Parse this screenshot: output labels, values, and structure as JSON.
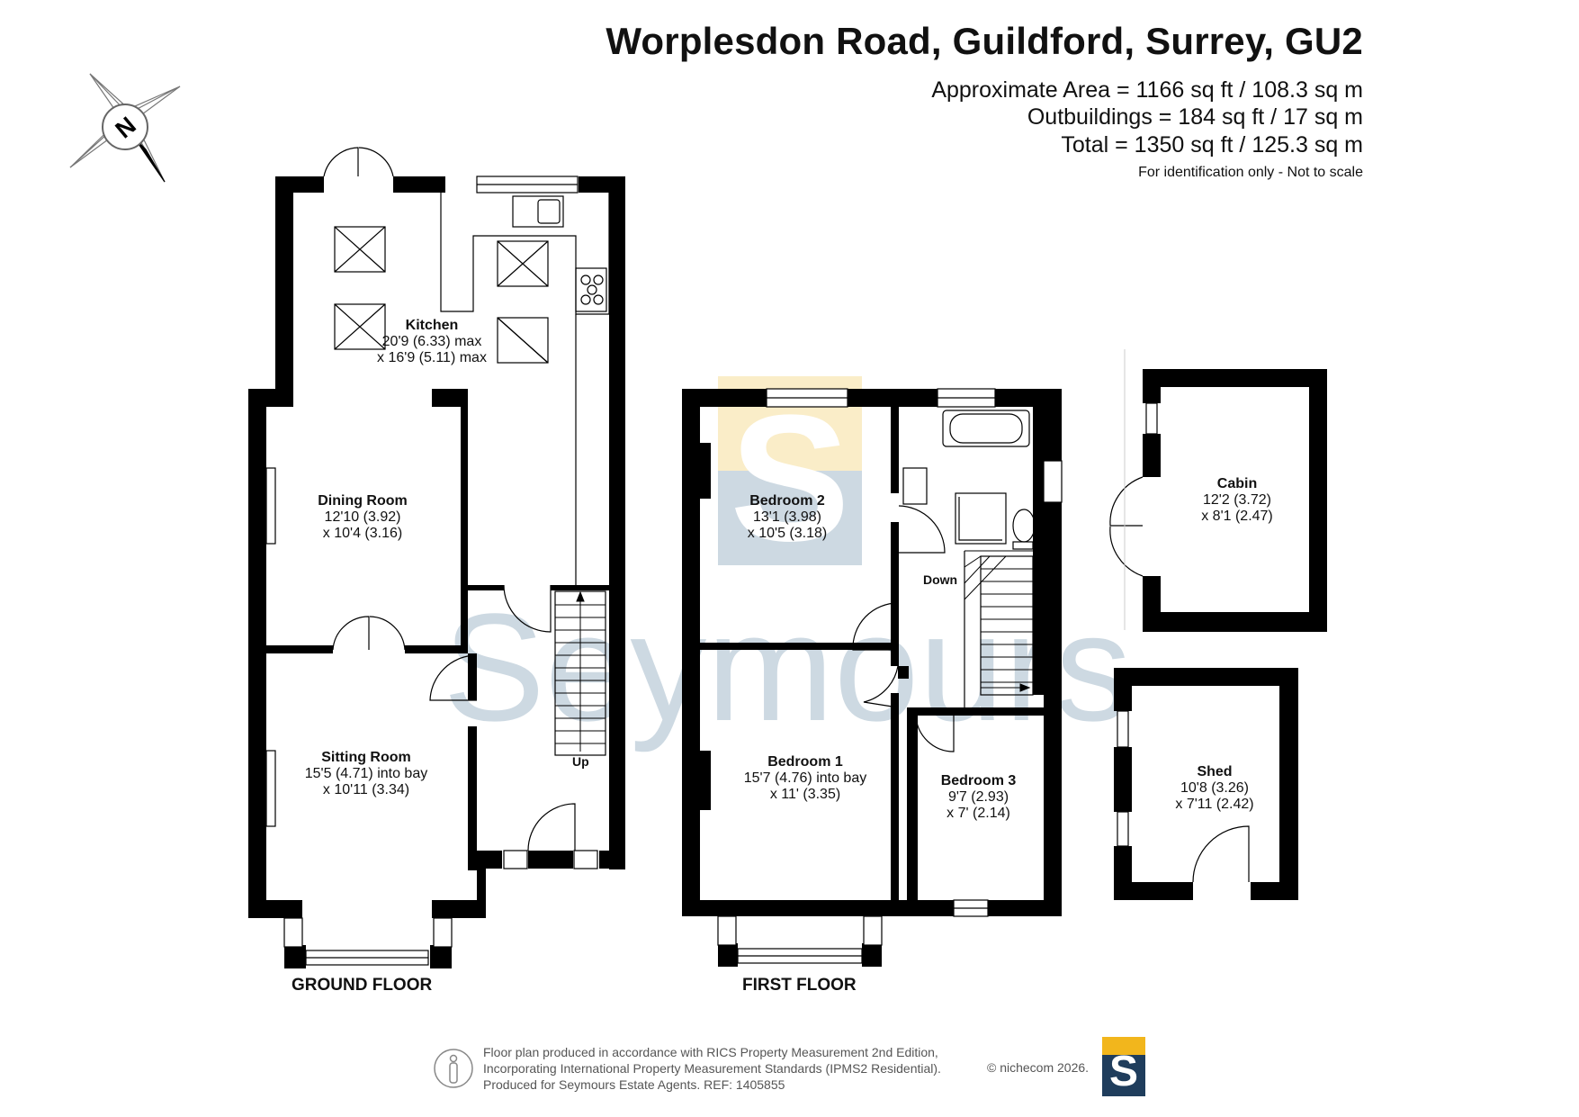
{
  "header": {
    "address": "Worplesdon Road, Guildford, Surrey, GU2",
    "area": "Approximate Area = 1166 sq ft / 108.3 sq m",
    "outbuildings": "Outbuildings = 184 sq ft / 17 sq m",
    "total": "Total = 1350 sq ft / 125.3 sq m",
    "disclaimer": "For identification only - Not to scale"
  },
  "compass": {
    "label": "N",
    "icon": "north-arrow-icon"
  },
  "watermark": {
    "text": "Seymours",
    "logo_letter": "S"
  },
  "floors": {
    "ground": "GROUND FLOOR",
    "first": "FIRST FLOOR"
  },
  "rooms": {
    "kitchen": {
      "name": "Kitchen",
      "dim1": "20'9 (6.33) max",
      "dim2": "x 16'9 (5.11) max"
    },
    "dining": {
      "name": "Dining Room",
      "dim1": "12'10 (3.92)",
      "dim2": "x 10'4 (3.16)"
    },
    "sitting": {
      "name": "Sitting Room",
      "dim1": "15'5 (4.71) into bay",
      "dim2": "x 10'11 (3.34)"
    },
    "bedroom2": {
      "name": "Bedroom 2",
      "dim1": "13'1 (3.98)",
      "dim2": "x 10'5 (3.18)"
    },
    "bedroom1": {
      "name": "Bedroom 1",
      "dim1": "15'7 (4.76) into bay",
      "dim2": "x 11' (3.35)"
    },
    "bedroom3": {
      "name": "Bedroom 3",
      "dim1": "9'7 (2.93)",
      "dim2": "x 7' (2.14)"
    },
    "cabin": {
      "name": "Cabin",
      "dim1": "12'2 (3.72)",
      "dim2": "x 8'1 (2.47)"
    },
    "shed": {
      "name": "Shed",
      "dim1": "10'8 (3.26)",
      "dim2": "x 7'11 (2.42)"
    }
  },
  "stairs": {
    "up": "Up",
    "down": "Down"
  },
  "footer": {
    "line1": "Floor plan produced in accordance with RICS Property Measurement 2nd Edition,",
    "line2": "Incorporating International Property Measurement Standards (IPMS2 Residential).",
    "line3": "Produced for Seymours Estate Agents.   REF: 1405855",
    "copyright": "© nichecom 2026.",
    "logo_letter": "S"
  },
  "colors": {
    "wall": "#000000",
    "watermark_blue": "#cdd9e2",
    "watermark_yellow": "#faedc8",
    "logo_navy": "#1f3d5c",
    "logo_gold": "#f2b61c"
  }
}
